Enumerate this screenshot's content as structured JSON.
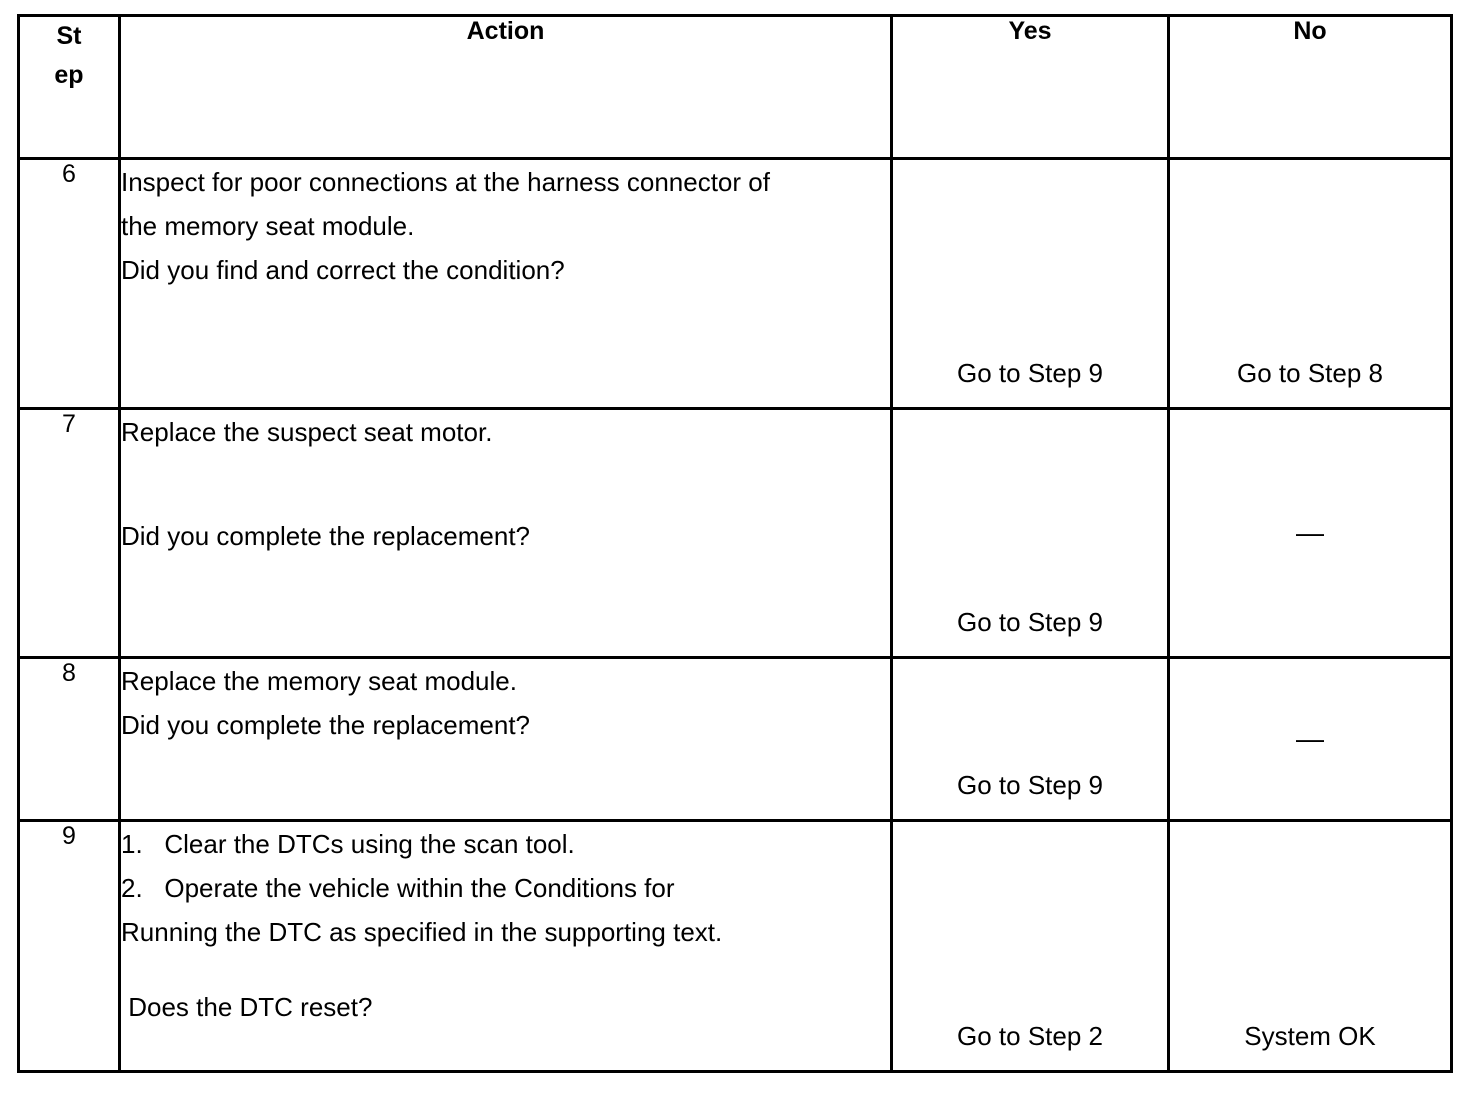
{
  "table": {
    "headers": {
      "step_line_1": "St",
      "step_line_2": "ep",
      "action": "Action",
      "yes": "Yes",
      "no": "No"
    },
    "rows": [
      {
        "step": "6",
        "action_lines": [
          "Inspect for poor connections at the harness connector of",
          "the memory seat module.",
          "Did you find and correct the condition?"
        ],
        "yes": "Go to Step 9",
        "no": "Go to Step 8"
      },
      {
        "step": "7",
        "action_lines": [
          "Replace the suspect seat motor.",
          "",
          "Did you complete the replacement?"
        ],
        "yes": "Go to Step 9",
        "no": "—"
      },
      {
        "step": "8",
        "action_lines": [
          "Replace the memory seat module.",
          "Did you complete the replacement?"
        ],
        "yes": "Go to Step 9",
        "no": "—"
      },
      {
        "step": "9",
        "action_lines": [
          "1.   Clear the DTCs using the scan tool.",
          "2.   Operate the vehicle within the Conditions for",
          "Running the DTC as specified in the supporting text.",
          "",
          " Does the DTC reset?"
        ],
        "yes": "Go to Step 2",
        "no": "System OK"
      }
    ]
  },
  "colors": {
    "border": "#000000",
    "text": "#000000",
    "background": "#ffffff"
  }
}
